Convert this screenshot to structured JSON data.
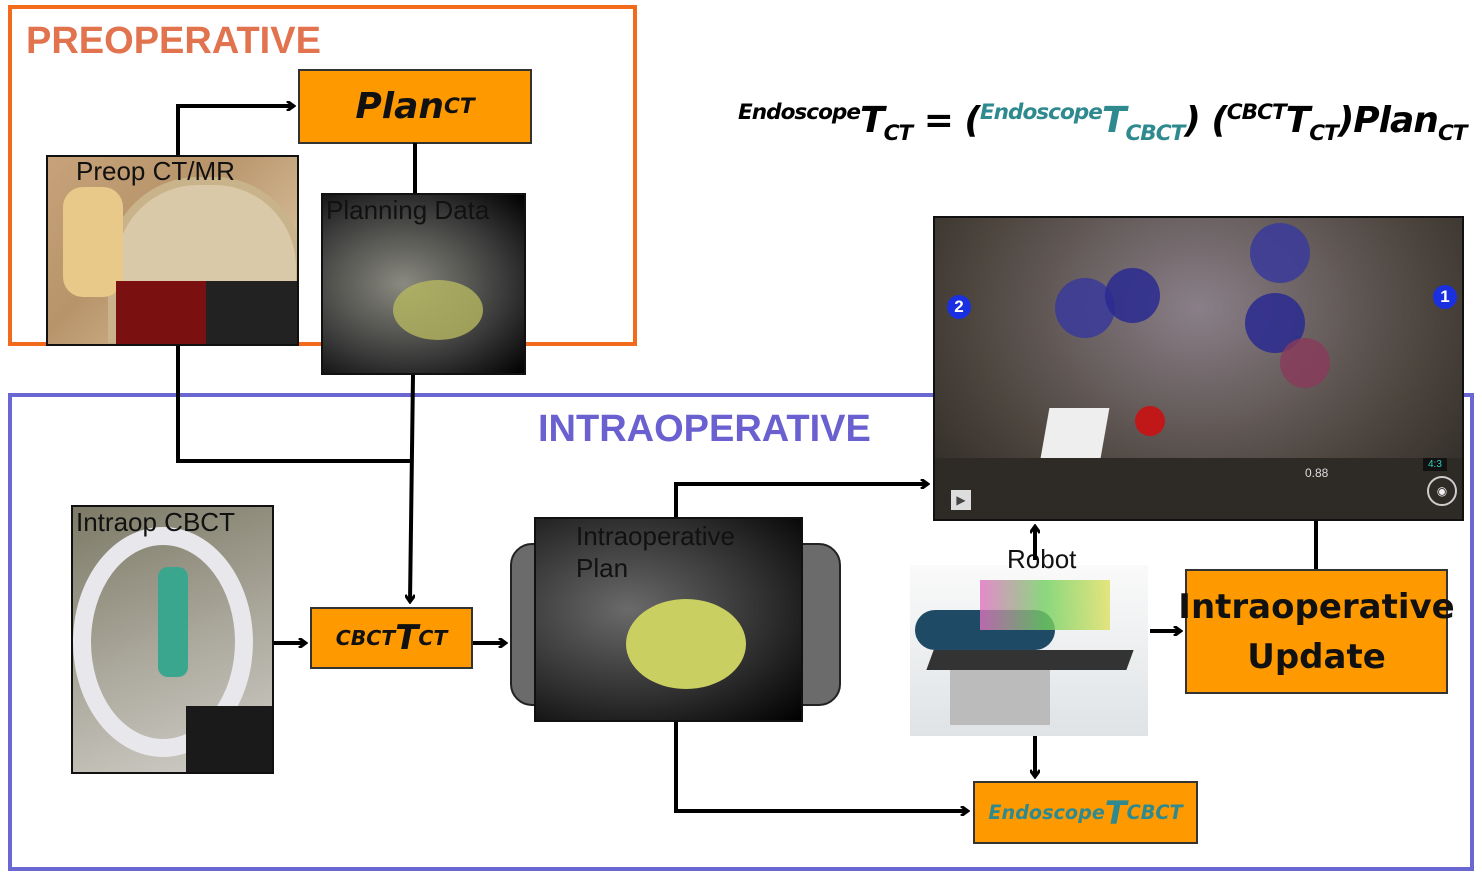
{
  "regions": {
    "preoperative": "PREOPERATIVE",
    "intraoperative": "INTRAOPERATIVE"
  },
  "boxes": {
    "plan_ct": {
      "main": "Plan",
      "sub": "CT"
    },
    "cbct_t_ct": {
      "sup": "CBCT",
      "main": "T",
      "sub": "CT"
    },
    "intraop_update": {
      "line1": "Intraoperative",
      "line2": "Update"
    },
    "endoscope_t_cbct": {
      "sup": "Endoscope",
      "main": "T",
      "sub": "CBCT"
    }
  },
  "images": {
    "preop_ct": "Preop CT/MR",
    "planning_data": "Planning Data",
    "intraop_cbct": "Intraop CBCT",
    "intraop_plan": {
      "line1": "Intraoperative",
      "line2": "Plan"
    },
    "robot": "Robot",
    "endoscope": {
      "marker_1": "1",
      "marker_2": "2",
      "readout": "0.88",
      "aspect": "4:3"
    }
  },
  "equation": {
    "lhs_sup": "Endoscope",
    "lhs_main": "T",
    "lhs_sub": "CT",
    "equals": "=",
    "t1_sup": "Endoscope",
    "t1_main": "T",
    "t1_sub": "CBCT",
    "t2_sup": "CBCT",
    "t2_main": "T",
    "t2_sub": "CT",
    "plan_main": "Plan",
    "plan_sub": "CT"
  },
  "colors": {
    "preop": "#f26a1b",
    "intraop": "#6b67d2",
    "box": "#ff9900",
    "teal": "#2f8a8f"
  }
}
